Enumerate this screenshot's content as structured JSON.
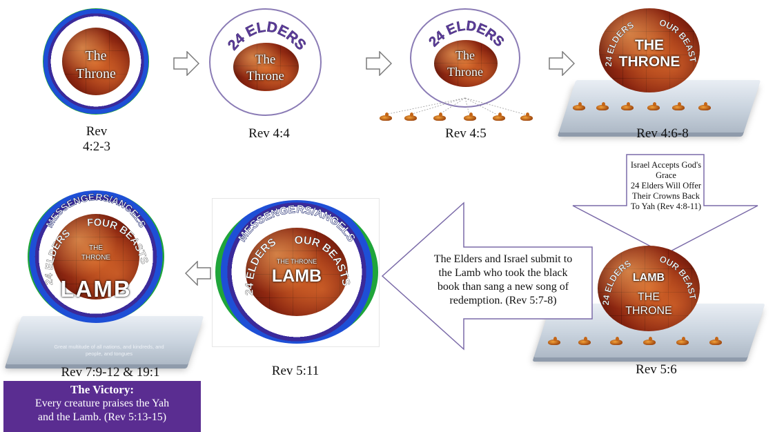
{
  "throne_label_line1": "The",
  "throne_label_line2": "Throne",
  "throne_caps_line1": "THE",
  "throne_caps_line2": "THRONE",
  "throne_small": "THE THRONE",
  "elders_ring": "24 ELDERS",
  "elders_short": "24 ELDERS",
  "four_beasts": "FOUR BEASTS",
  "messengers": "MESSENGERS/ANGELS",
  "lamb": "LAMB",
  "captions": {
    "c1_line1": "Rev",
    "c1_line2": "4:2-3",
    "c2": "Rev 4:4",
    "c3": "Rev 4:5",
    "c4": "Rev 4:6-8",
    "c5": "Rev 5:6",
    "c6": "Rev 5:11",
    "c7": "Rev 7:9-12 & 19:1"
  },
  "israel_arrow": {
    "l1": "Israel Accepts God's",
    "l2": "Grace",
    "l3": "24 Elders Will Offer",
    "l4": "Their Crowns Back",
    "l5": "To Yah (Rev 4:8-11)"
  },
  "big_arrow_text": {
    "l1": "The Elders and Israel submit to",
    "l2": "the Lamb who took the black",
    "l3": "book than sang a new song of",
    "l4": "redemption. (Rev 5:7-8)"
  },
  "platform_text": {
    "l1": "Great multitude of all nations, and kindreds, and",
    "l2": "people, and tongues"
  },
  "victory": {
    "title": "The Victory:",
    "l1": "Every creature praises the Yah",
    "l2": "and the Lamb. (Rev 5:13-15)"
  },
  "colors": {
    "victory_bg": "#5a2d91",
    "arrow_outline": "#6a4a9c",
    "ring_outline": "#7a6aa8"
  }
}
